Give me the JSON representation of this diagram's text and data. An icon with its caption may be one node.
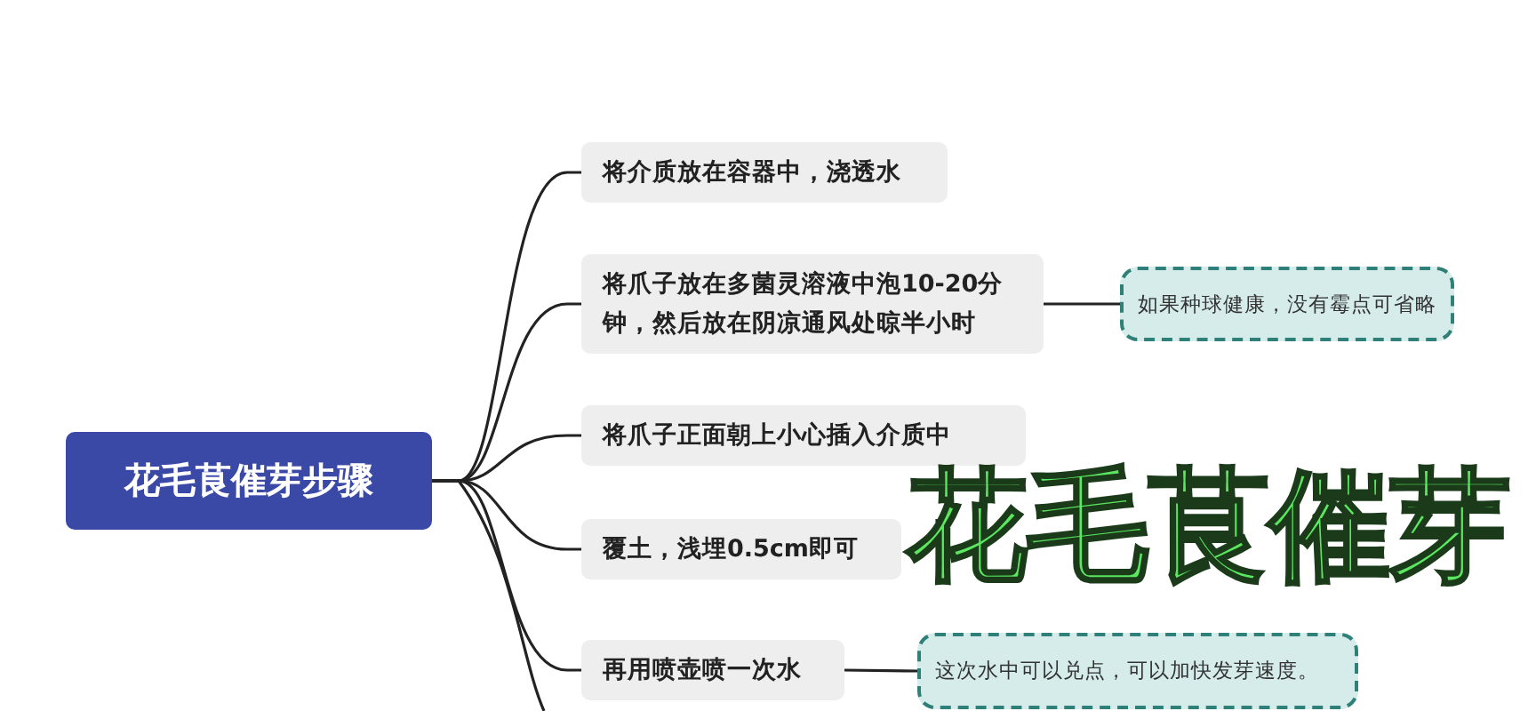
{
  "diagram": {
    "nodes": [
      {
        "text": [
          "花毛茛催芽步骤"
        ]
      },
      {
        "text": [
          "将介质放在容器中，浇透水"
        ]
      },
      {
        "text": [
          "将爪子放在多菌灵溶液中泡10-20分钟，然后放在阴凉通风处晾半小时"
        ]
      },
      {
        "text": [
          "将爪子正面朝上小心插入介质中"
        ]
      },
      {
        "text": [
          "覆土，浅埋0.5cm即可"
        ]
      },
      {
        "text": [
          "再用喷壶喷一次水"
        ]
      },
      {
        "text": [
          "如果种球健康，没有霉点可省略"
        ]
      },
      {
        "text": [
          "这次水中可以兑点，可以加快发芽速度。"
        ]
      }
    ],
    "edges": [
      {
        "from": 0,
        "to": 1,
        "arrow": "none"
      },
      {
        "from": 0,
        "to": 2,
        "arrow": "none"
      },
      {
        "from": 0,
        "to": 3,
        "arrow": "none"
      },
      {
        "from": 0,
        "to": 4,
        "arrow": "none"
      },
      {
        "from": 0,
        "to": 5,
        "arrow": "none"
      },
      {
        "from": 0,
        "to": null,
        "arrow": "none"
      },
      {
        "from": 2,
        "to": 6,
        "arrow": "none"
      },
      {
        "from": 5,
        "to": 7,
        "arrow": "none"
      }
    ],
    "labels": [
      "花毛茛催芽"
    ]
  }
}
